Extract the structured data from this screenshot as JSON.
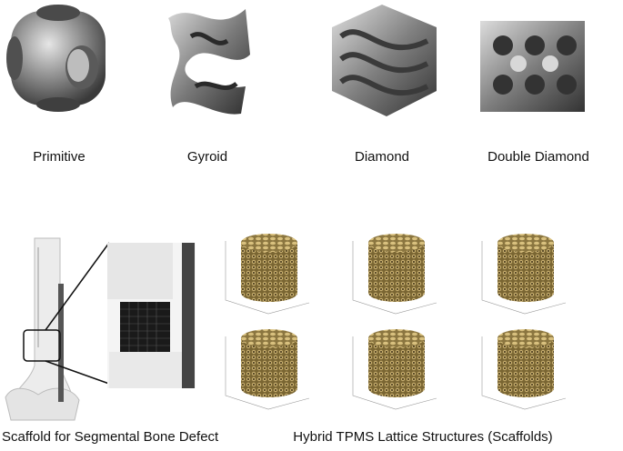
{
  "tpms": [
    {
      "label": "Primitive"
    },
    {
      "label": "Gyroid"
    },
    {
      "label": "Diamond"
    },
    {
      "label": "Double Diamond"
    }
  ],
  "bone": {
    "caption": "Scaffold for Segmental Bone Defect"
  },
  "hybrid": {
    "caption": "Hybrid TPMS Lattice Structures (Scaffolds)"
  },
  "colors": {
    "gray": "#8a8a8a",
    "gold": "#8b7640",
    "bone": "#e8e8e8"
  }
}
